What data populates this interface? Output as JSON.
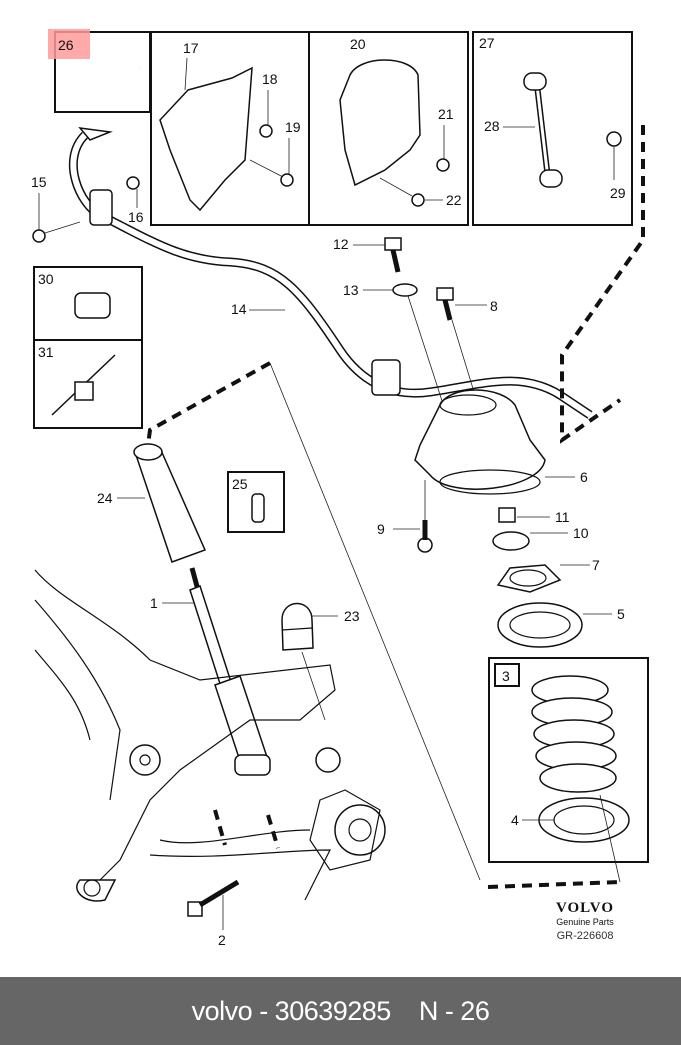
{
  "diagram": {
    "highlight_color": "#ff9a9a",
    "callouts": {
      "c1": "1",
      "c2": "2",
      "c3": "3",
      "c4": "4",
      "c5": "5",
      "c6": "6",
      "c7": "7",
      "c8": "8",
      "c9": "9",
      "c10": "10",
      "c11": "11",
      "c12": "12",
      "c13": "13",
      "c14": "14",
      "c15": "15",
      "c16": "16",
      "c17": "17",
      "c18": "18",
      "c19": "19",
      "c20": "20",
      "c21": "21",
      "c22": "22",
      "c23": "23",
      "c24": "24",
      "c25": "25",
      "c26": "26",
      "c27": "27",
      "c28": "28",
      "c29": "29",
      "c30": "30",
      "c31": "31"
    },
    "brand": {
      "logo": "VOLVO",
      "tagline": "Genuine Parts",
      "ref": "GR-226608"
    }
  },
  "footer": {
    "part_label": "volvo - 30639285",
    "position_label": "N - 26"
  }
}
